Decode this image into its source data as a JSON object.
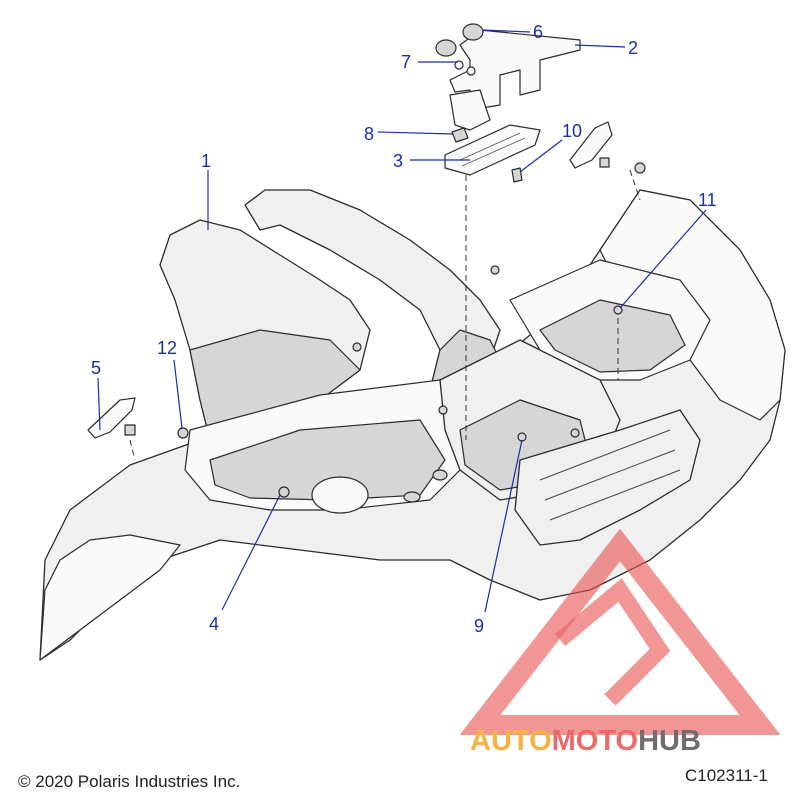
{
  "callouts": [
    {
      "id": "1",
      "label": "1"
    },
    {
      "id": "2",
      "label": "2"
    },
    {
      "id": "3",
      "label": "3"
    },
    {
      "id": "4",
      "label": "4"
    },
    {
      "id": "5",
      "label": "5"
    },
    {
      "id": "6",
      "label": "6"
    },
    {
      "id": "7",
      "label": "7"
    },
    {
      "id": "8",
      "label": "8"
    },
    {
      "id": "9",
      "label": "9"
    },
    {
      "id": "10",
      "label": "10"
    },
    {
      "id": "11",
      "label": "11"
    },
    {
      "id": "12",
      "label": "12"
    }
  ],
  "footer": {
    "copyright": "© 2020 Polaris Industries Inc.",
    "figure_id": "C102311-1"
  },
  "watermark": {
    "word_part1": "AUTO",
    "word_part2": "MOTO",
    "word_part3": "HUB",
    "colors": {
      "auto": "#f5a623",
      "moto": "#e8504f",
      "hub": "#555555",
      "logo": "#e8504f"
    }
  },
  "colors": {
    "callout": "#1c2ea8"
  }
}
